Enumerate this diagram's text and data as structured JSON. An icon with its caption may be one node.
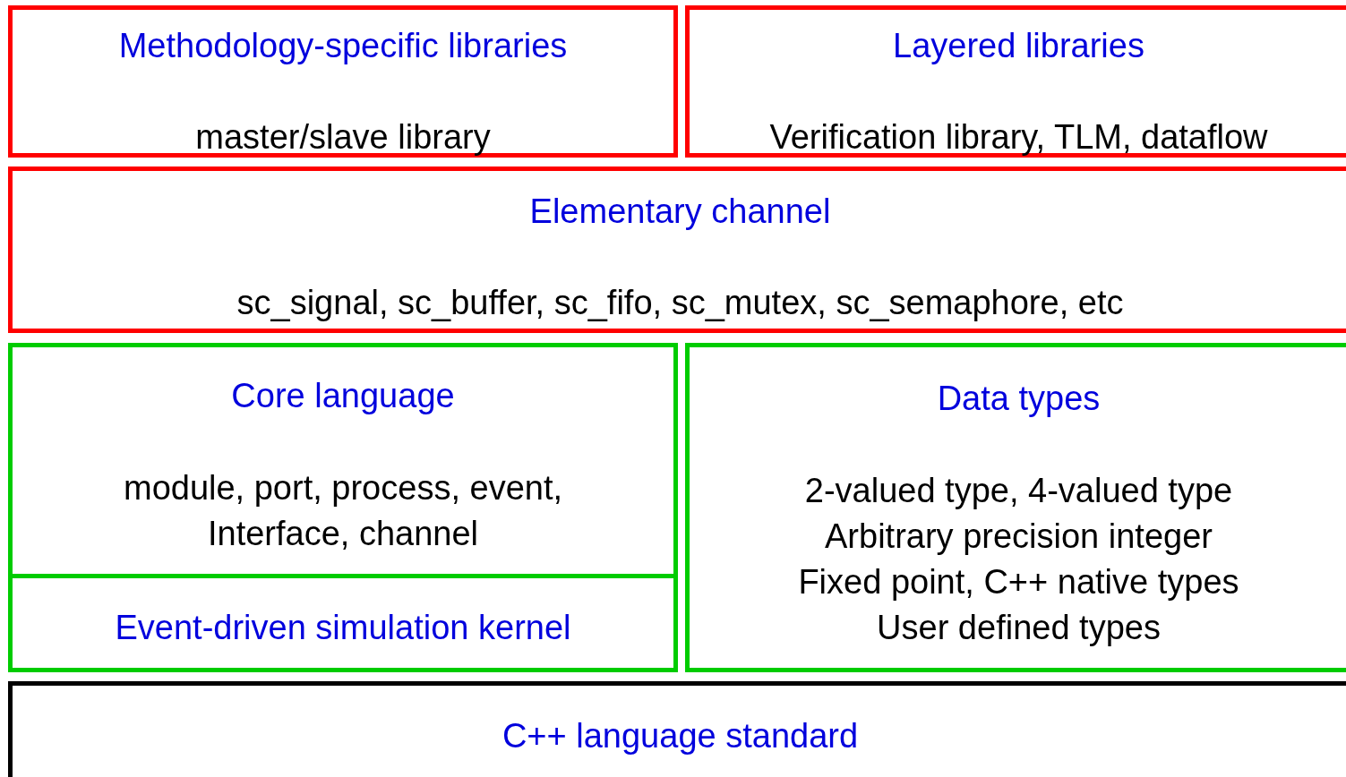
{
  "diagram": {
    "nodes": [
      {
        "text": [
          "Methodology-specific libraries",
          "master/slave library"
        ]
      },
      {
        "text": [
          "Layered libraries",
          "Verification library, TLM, dataflow"
        ]
      },
      {
        "text": [
          "Elementary channel",
          "sc_signal, sc_buffer, sc_fifo, sc_mutex, sc_semaphore, etc"
        ]
      },
      {
        "text": [
          "Core language",
          "module, port, process, event, Interface, channel"
        ]
      },
      {
        "text": [
          "Event-driven simulation kernel"
        ]
      },
      {
        "text": [
          "Data types",
          "2-valued type, 4-valued type",
          "Arbitrary precision integer",
          "Fixed point, C++ native types",
          "User defined types"
        ]
      },
      {
        "text": [
          "C++ language standard"
        ]
      }
    ]
  }
}
